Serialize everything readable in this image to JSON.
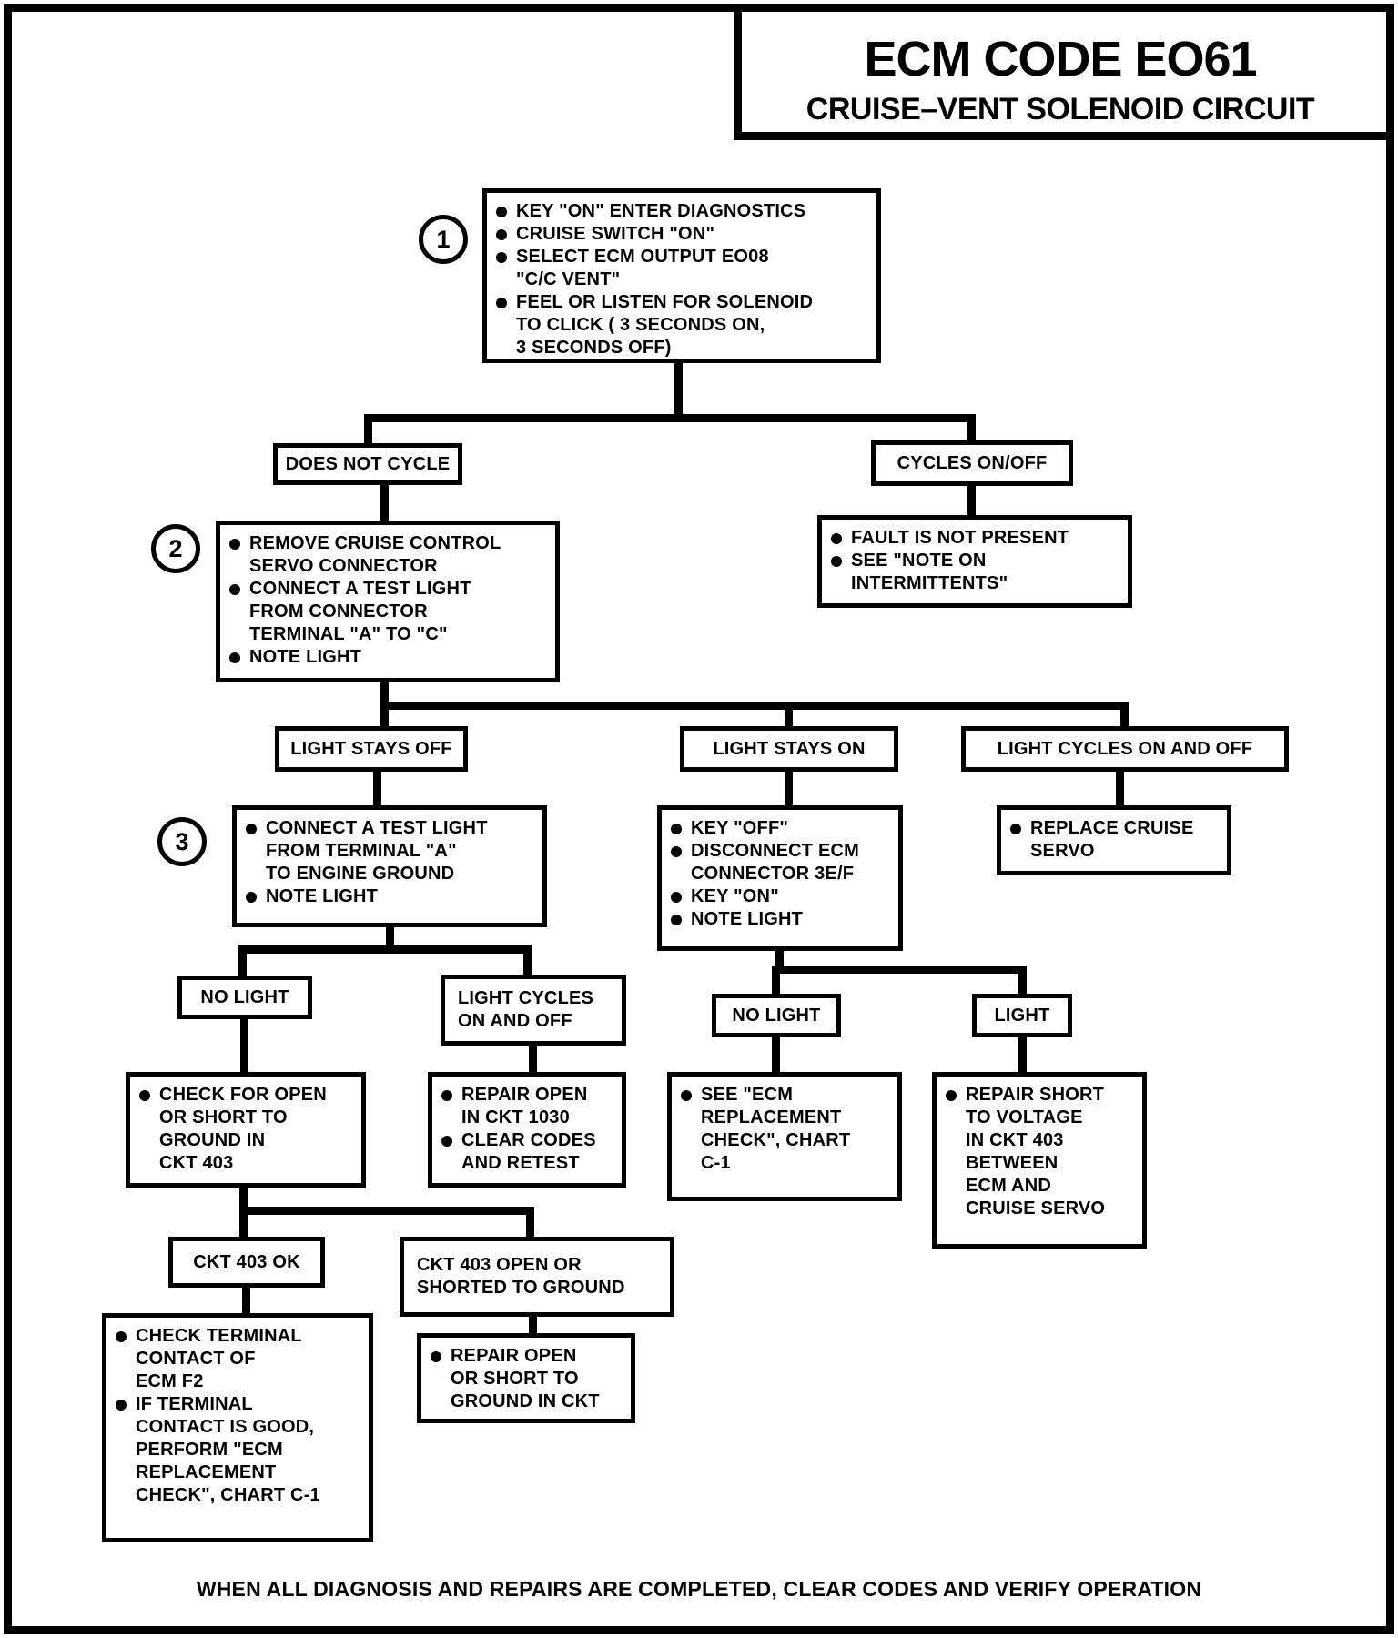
{
  "title": {
    "line1": "ECM CODE EO61",
    "line2": "CRUISE–VENT SOLENOID CIRCUIT"
  },
  "steps": {
    "s1": "1",
    "s2": "2",
    "s3": "3"
  },
  "labels": {
    "does_not_cycle": "DOES NOT CYCLE",
    "cycles_on_off": "CYCLES ON/OFF",
    "light_stays_off": "LIGHT STAYS OFF",
    "light_stays_on": "LIGHT STAYS ON",
    "light_cycles_on_and_off": "LIGHT CYCLES ON AND OFF",
    "no_light_left": "NO LIGHT",
    "light_cycles_sub": "LIGHT CYCLES\nON AND OFF",
    "no_light_mid": "NO LIGHT",
    "light": "LIGHT",
    "ckt_403_ok": "CKT 403 OK",
    "ckt_403_open": "CKT 403 OPEN OR\nSHORTED TO GROUND"
  },
  "boxes": {
    "step1": {
      "items": [
        "KEY \"ON\" ENTER DIAGNOSTICS",
        "CRUISE SWITCH \"ON\"",
        "SELECT ECM OUTPUT EO08\n\"C/C VENT\"",
        "FEEL OR LISTEN FOR SOLENOID\nTO CLICK ( 3 SECONDS ON,\n3 SECONDS OFF)"
      ]
    },
    "step2": {
      "items": [
        "REMOVE CRUISE CONTROL\nSERVO CONNECTOR",
        "CONNECT A TEST LIGHT\nFROM CONNECTOR\nTERMINAL \"A\" TO \"C\"",
        "NOTE LIGHT"
      ]
    },
    "fault": {
      "items": [
        "FAULT IS NOT PRESENT",
        "SEE \"NOTE ON\nINTERMITTENTS\""
      ]
    },
    "step3": {
      "items": [
        "CONNECT A TEST LIGHT\nFROM TERMINAL \"A\"\nTO ENGINE GROUND",
        "NOTE LIGHT"
      ]
    },
    "key_off": {
      "items": [
        "KEY \"OFF\"",
        "DISCONNECT ECM\nCONNECTOR 3E/F",
        "KEY \"ON\"",
        "NOTE LIGHT"
      ]
    },
    "replace_servo": {
      "items": [
        "REPLACE CRUISE\nSERVO"
      ]
    },
    "check_open": {
      "items": [
        "CHECK FOR OPEN\nOR SHORT TO\nGROUND IN\nCKT 403"
      ]
    },
    "repair_1030": {
      "items": [
        "REPAIR OPEN\nIN CKT 1030",
        "CLEAR CODES\nAND RETEST"
      ]
    },
    "see_ecm": {
      "items": [
        "SEE \"ECM\nREPLACEMENT\nCHECK\", CHART\nC-1"
      ]
    },
    "repair_short": {
      "items": [
        "REPAIR SHORT\nTO VOLTAGE\nIN CKT 403\nBETWEEN\nECM AND\nCRUISE SERVO"
      ]
    },
    "check_terminal": {
      "items": [
        "CHECK TERMINAL\nCONTACT OF\nECM F2",
        "IF TERMINAL\nCONTACT IS GOOD,\nPERFORM \"ECM\nREPLACEMENT\nCHECK\", CHART C-1"
      ]
    },
    "repair_ckt": {
      "items": [
        "REPAIR OPEN\nOR SHORT TO\nGROUND IN CKT"
      ]
    }
  },
  "footer": "WHEN ALL DIAGNOSIS AND REPAIRS ARE COMPLETED, CLEAR CODES AND VERIFY OPERATION",
  "colors": {
    "ink": "#000000",
    "paper": "#ffffff"
  }
}
